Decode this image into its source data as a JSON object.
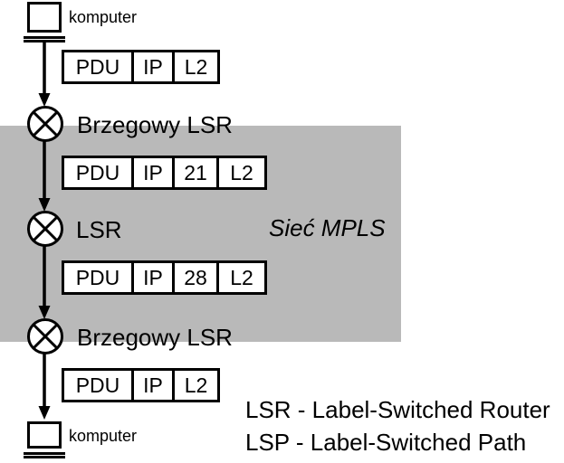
{
  "colors": {
    "mpls_region_fill": "#b9b9b9",
    "stroke": "#000000",
    "node_fill": "#ffffff"
  },
  "region": {
    "label": "Sieć MPLS"
  },
  "nodes": {
    "computer_top": {
      "label": "komputer"
    },
    "computer_bottom": {
      "label": "komputer"
    },
    "routers": [
      {
        "label": "Brzegowy LSR"
      },
      {
        "label": "LSR"
      },
      {
        "label": "Brzegowy LSR"
      }
    ]
  },
  "packets": [
    {
      "cells": [
        "PDU",
        "IP",
        "L2"
      ]
    },
    {
      "cells": [
        "PDU",
        "IP",
        "21",
        "L2"
      ]
    },
    {
      "cells": [
        "PDU",
        "IP",
        "28",
        "L2"
      ]
    },
    {
      "cells": [
        "PDU",
        "IP",
        "L2"
      ]
    }
  ],
  "legend": {
    "lines": [
      "LSR - Label-Switched Router",
      "LSP - Label-Switched Path"
    ]
  }
}
